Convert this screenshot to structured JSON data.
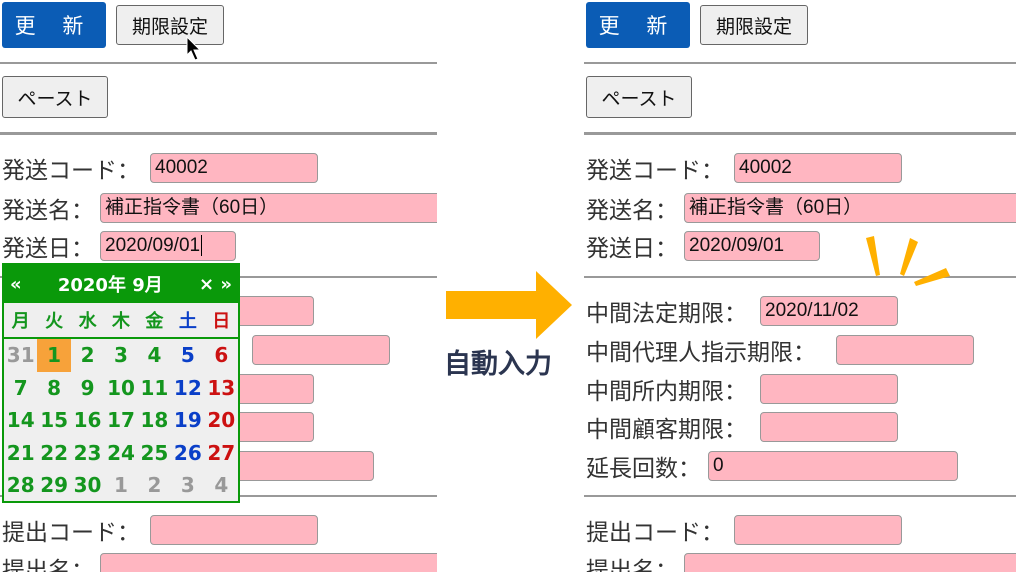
{
  "buttons": {
    "update": "更 新",
    "deadline": "期限設定",
    "paste": "ペースト"
  },
  "labels": {
    "send_code": "発送コード：",
    "send_name": "発送名：",
    "send_date": "発送日：",
    "mid_legal": "中間法定期限：",
    "mid_agent": "中間代理人指示期限：",
    "mid_office": "中間所内期限：",
    "mid_client": "中間顧客期限：",
    "extension": "延長回数：",
    "submit_code": "提出コード：",
    "submit_name": "提出名："
  },
  "before": {
    "send_code": "40002",
    "send_name": "補正指令書（60日）",
    "send_date": "2020/09/01",
    "mid_legal": "",
    "mid_agent": "",
    "mid_office": "",
    "mid_client": "",
    "extension": "",
    "submit_code": "",
    "submit_name": ""
  },
  "after": {
    "send_code": "40002",
    "send_name": "補正指令書（60日）",
    "send_date": "2020/09/01",
    "mid_legal": "2020/11/02",
    "mid_agent": "",
    "mid_office": "",
    "mid_client": "",
    "extension": "0",
    "submit_code": "",
    "submit_name": ""
  },
  "calendar": {
    "prev": "«",
    "title": "2020年 9月",
    "close": "×",
    "next": "»",
    "weekdays": [
      "月",
      "火",
      "水",
      "木",
      "金",
      "土",
      "日"
    ],
    "days": [
      "31",
      "1",
      "2",
      "3",
      "4",
      "5",
      "6",
      "7",
      "8",
      "9",
      "10",
      "11",
      "12",
      "13",
      "14",
      "15",
      "16",
      "17",
      "18",
      "19",
      "20",
      "21",
      "22",
      "23",
      "24",
      "25",
      "26",
      "27",
      "28",
      "29",
      "30",
      "1",
      "2",
      "3",
      "4"
    ],
    "selected": "1"
  },
  "arrow_label": "自動入力",
  "colors": {
    "update_button": "#0b5cb5",
    "input_bg": "#ffb6c1",
    "calendar": "#0a990a",
    "selected_day": "#f7a23a",
    "arrow": "#ffb000"
  }
}
